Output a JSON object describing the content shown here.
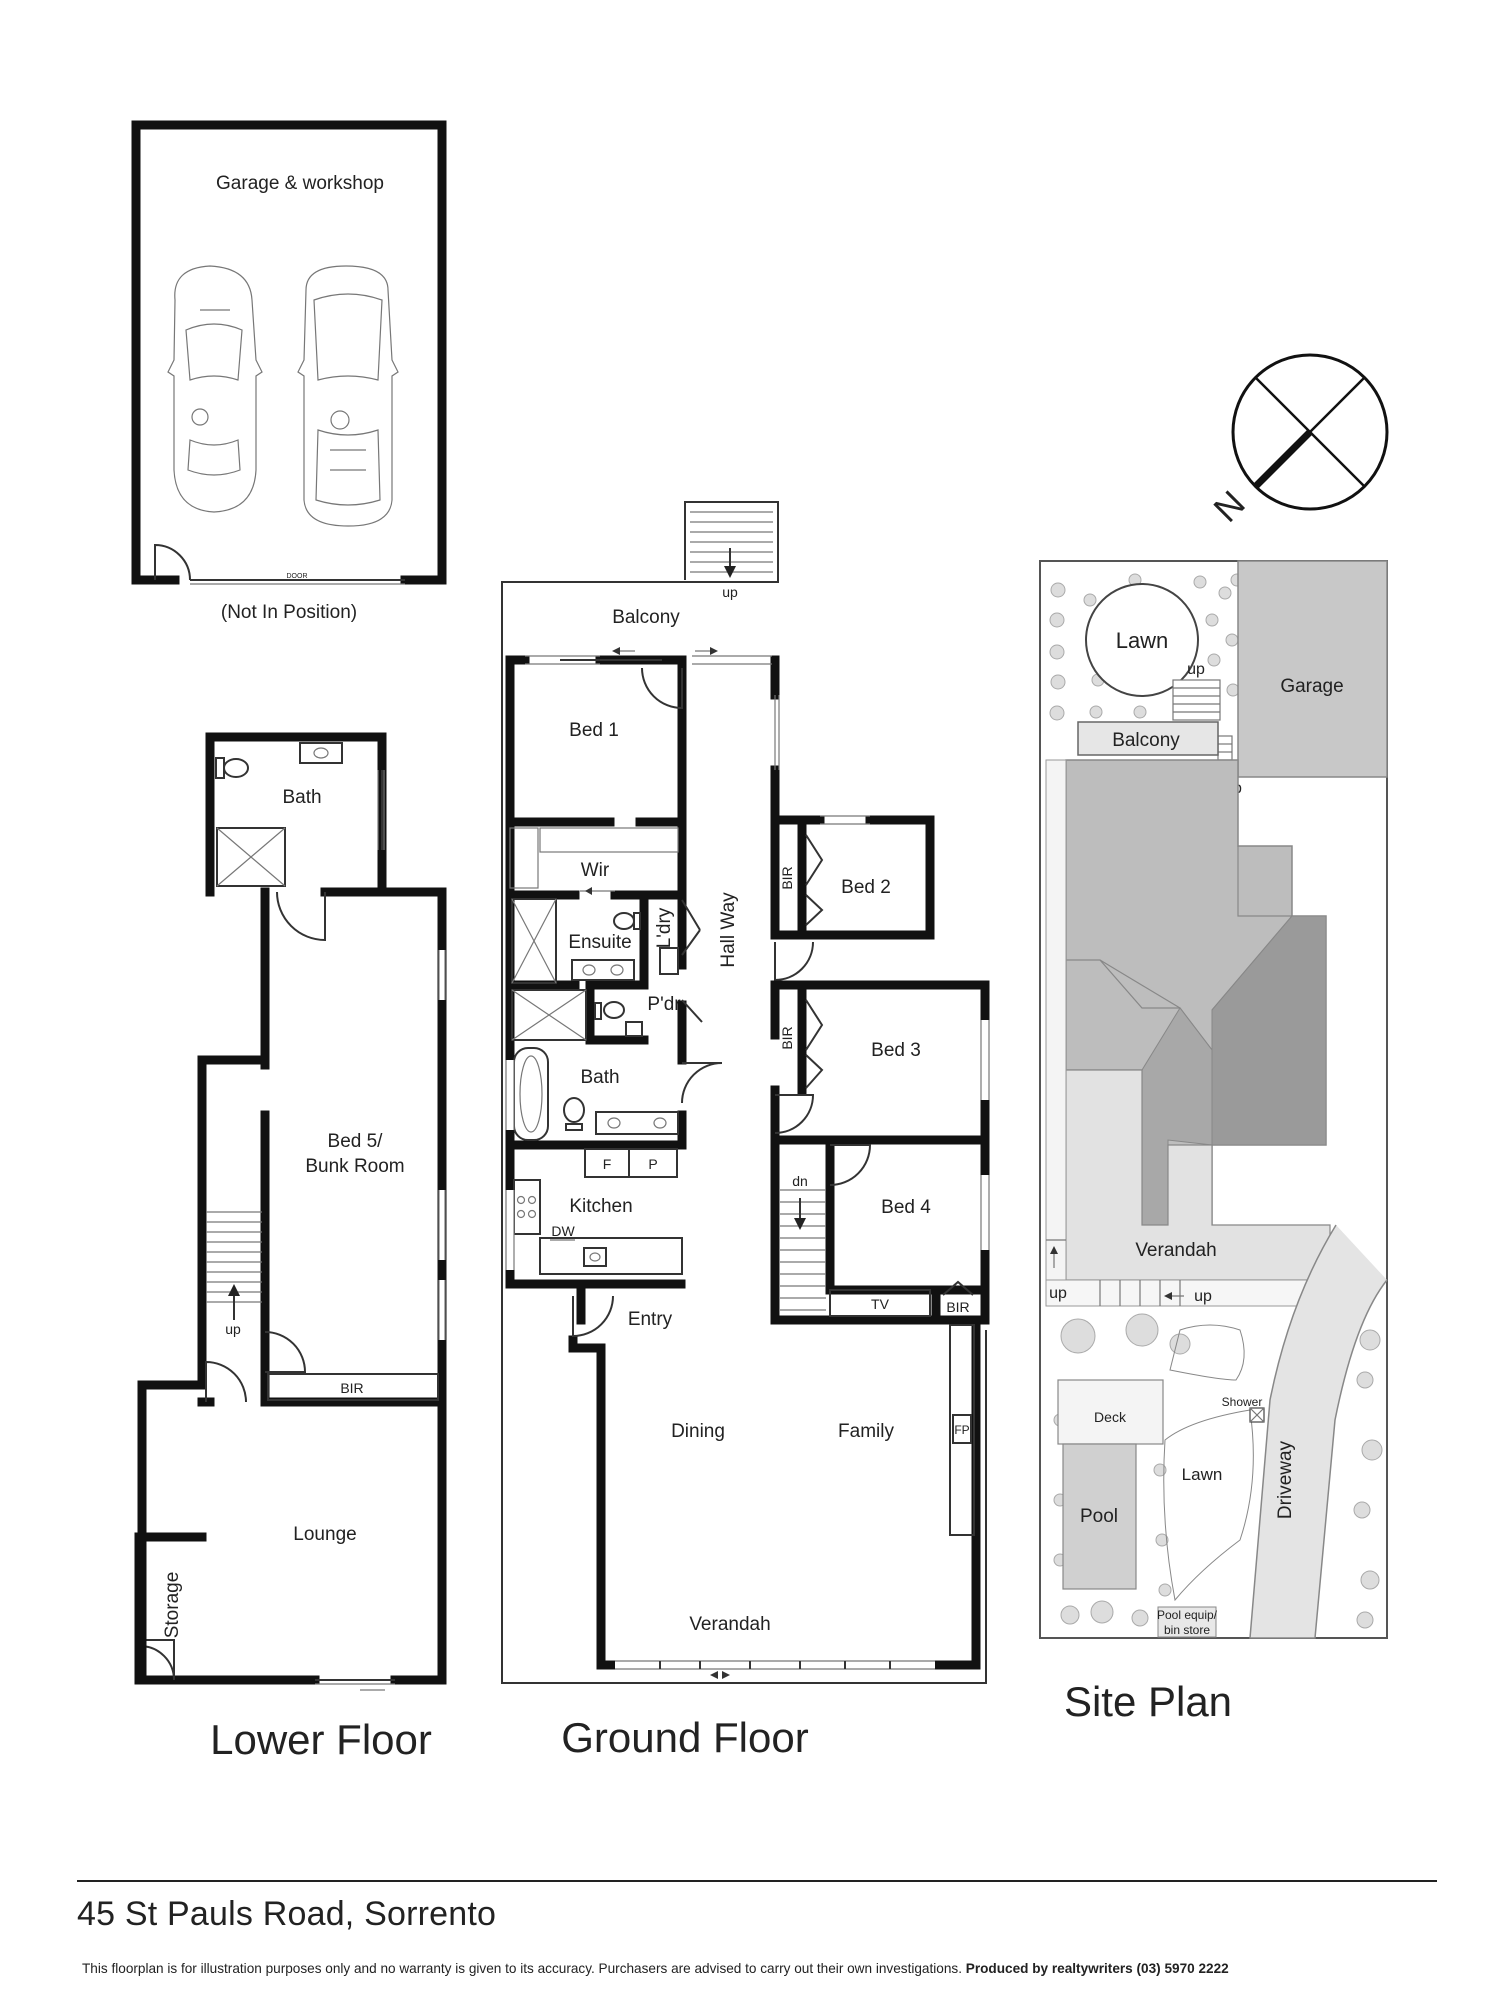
{
  "property": {
    "address": "45 St Pauls Road, Sorrento",
    "disclaimer": "This floorplan is for illustration purposes only and no warranty is given to its accuracy. Purchasers are advised to carry out their own investigations.",
    "producer": "Produced by realtywriters (03) 5970 2222"
  },
  "garage": {
    "label": "Garage & workshop",
    "note": "(Not In Position)",
    "door_label": "DOOR"
  },
  "lower_floor": {
    "title": "Lower Floor",
    "rooms": {
      "bath": "Bath",
      "bed5_line1": "Bed 5/",
      "bed5_line2": "Bunk Room",
      "bir": "BIR",
      "up": "up",
      "lounge": "Lounge",
      "storage": "Storage"
    }
  },
  "ground_floor": {
    "title": "Ground Floor",
    "rooms": {
      "balcony": "Balcony",
      "up": "up",
      "bed1": "Bed 1",
      "wir": "Wir",
      "ensuite": "Ensuite",
      "ldry": "L'dry",
      "pdr": "P'dr",
      "bath": "Bath",
      "hallway": "Hall Way",
      "bed2": "Bed 2",
      "bed3": "Bed 3",
      "bed4": "Bed 4",
      "bir": "BIR",
      "f": "F",
      "p": "P",
      "kitchen": "Kitchen",
      "dw": "DW",
      "dn": "dn",
      "entry": "Entry",
      "tv": "TV",
      "dining": "Dining",
      "family": "Family",
      "fp": "FP",
      "verandah": "Verandah"
    }
  },
  "site_plan": {
    "title": "Site Plan",
    "labels": {
      "lawn_top": "Lawn",
      "up": "up",
      "garage": "Garage",
      "balcony": "Balcony",
      "verandah": "Verandah",
      "deck": "Deck",
      "shower": "Shower",
      "lawn": "Lawn",
      "pool": "Pool",
      "driveway": "Driveway",
      "pool_equip_1": "Pool equip/",
      "pool_equip_2": "bin store"
    },
    "compass": "N"
  }
}
